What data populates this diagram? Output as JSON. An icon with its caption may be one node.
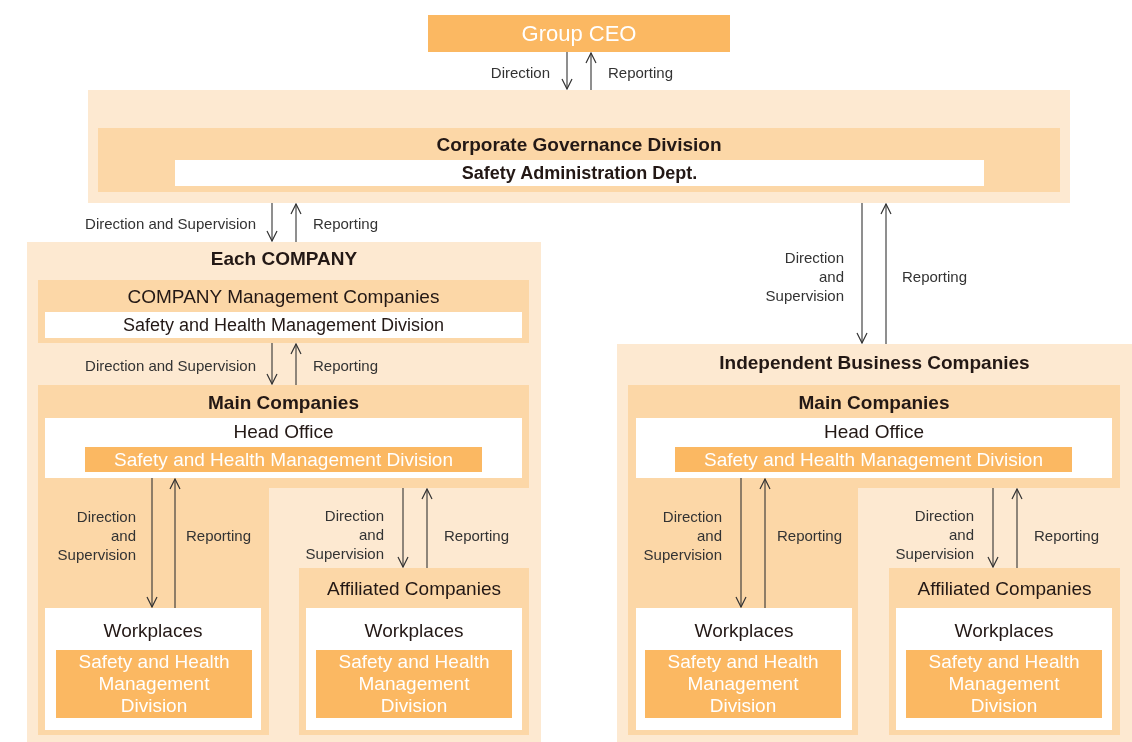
{
  "diagram": {
    "nodes": [
      {
        "text": [
          "Group CEO"
        ]
      },
      {
        "text": [],
        "shape": "box"
      },
      {
        "text": [
          "Corporate Governance Division"
        ],
        "in": 1
      },
      {
        "text": [
          "Safety Administration Dept."
        ],
        "in": 2
      },
      {
        "text": [
          "Each COMPANY"
        ]
      },
      {
        "text": [
          "COMPANY Management Companies"
        ],
        "in": 4
      },
      {
        "text": [
          "Safety and Health Management Division"
        ],
        "in": 5
      },
      {
        "text": [
          "Main Companies"
        ],
        "in": 4
      },
      {
        "text": [
          "Head Office"
        ],
        "in": 7
      },
      {
        "text": [
          "Safety and Health Management Division"
        ],
        "in": 8
      },
      {
        "text": [
          "Workplaces"
        ],
        "in": 7
      },
      {
        "text": [
          "Safety and Health Management Division"
        ],
        "in": 10
      },
      {
        "text": [
          "Affiliated Companies"
        ],
        "in": 4
      },
      {
        "text": [
          "Workplaces"
        ],
        "in": 12
      },
      {
        "text": [
          "Safety and Health Management Division"
        ],
        "in": 13
      },
      {
        "text": [
          "Independent Business Companies"
        ]
      },
      {
        "text": [
          "Main Companies"
        ],
        "in": 15
      },
      {
        "text": [
          "Head Office"
        ],
        "in": 16
      },
      {
        "text": [
          "Safety and Health Management Division"
        ],
        "in": 17
      },
      {
        "text": [
          "Workplaces"
        ],
        "in": 16
      },
      {
        "text": [
          "Safety and Health Management Division"
        ],
        "in": 19
      },
      {
        "text": [
          "Affiliated Companies"
        ],
        "in": 15
      },
      {
        "text": [
          "Workplaces"
        ],
        "in": 21
      },
      {
        "text": [
          "Safety and Health Management Division"
        ],
        "in": 22
      }
    ],
    "edges": [
      {
        "from": 0,
        "to": 1,
        "arrow": "to",
        "label": "Direction"
      },
      {
        "from": 1,
        "to": 0,
        "arrow": "to",
        "label": "Reporting"
      },
      {
        "from": 1,
        "to": 4,
        "arrow": "to",
        "label": "Direction and Supervision"
      },
      {
        "from": 4,
        "to": 1,
        "arrow": "to",
        "label": "Reporting"
      },
      {
        "from": 1,
        "to": 15,
        "arrow": "to",
        "label": "Direction and Supervision"
      },
      {
        "from": 15,
        "to": 1,
        "arrow": "to",
        "label": "Reporting"
      },
      {
        "from": 5,
        "to": 7,
        "arrow": "to",
        "label": "Direction and Supervision"
      },
      {
        "from": 7,
        "to": 5,
        "arrow": "to",
        "label": "Reporting"
      },
      {
        "from": 8,
        "to": 10,
        "arrow": "to",
        "label": "Direction and Supervision"
      },
      {
        "from": 10,
        "to": 8,
        "arrow": "to",
        "label": "Reporting"
      },
      {
        "from": 7,
        "to": 12,
        "arrow": "to",
        "label": "Direction and Supervision"
      },
      {
        "from": 12,
        "to": 7,
        "arrow": "to",
        "label": "Reporting"
      },
      {
        "from": 17,
        "to": 19,
        "arrow": "to",
        "label": "Direction and Supervision"
      },
      {
        "from": 19,
        "to": 17,
        "arrow": "to",
        "label": "Reporting"
      },
      {
        "from": 16,
        "to": 21,
        "arrow": "to",
        "label": "Direction and Supervision"
      },
      {
        "from": 21,
        "to": 16,
        "arrow": "to",
        "label": "Reporting"
      }
    ]
  }
}
